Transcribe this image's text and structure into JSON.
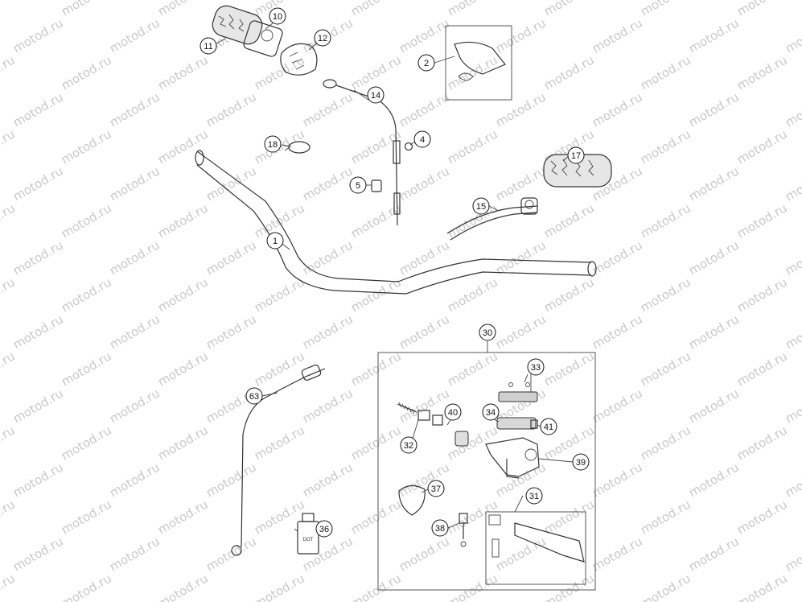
{
  "watermark": "motod.ru",
  "callouts": [
    {
      "id": "c10",
      "label": "10"
    },
    {
      "id": "c11",
      "label": "11"
    },
    {
      "id": "c12",
      "label": "12"
    },
    {
      "id": "c2",
      "label": "2"
    },
    {
      "id": "c14",
      "label": "14"
    },
    {
      "id": "c18",
      "label": "18"
    },
    {
      "id": "c4",
      "label": "4"
    },
    {
      "id": "c5",
      "label": "5"
    },
    {
      "id": "c17",
      "label": "17"
    },
    {
      "id": "c15",
      "label": "15"
    },
    {
      "id": "c1",
      "label": "1"
    },
    {
      "id": "c30",
      "label": "30"
    },
    {
      "id": "c33",
      "label": "33"
    },
    {
      "id": "c63",
      "label": "63"
    },
    {
      "id": "c40",
      "label": "40"
    },
    {
      "id": "c34",
      "label": "34"
    },
    {
      "id": "c41",
      "label": "41"
    },
    {
      "id": "c32",
      "label": "32"
    },
    {
      "id": "c39",
      "label": "39"
    },
    {
      "id": "c37",
      "label": "37"
    },
    {
      "id": "c31",
      "label": "31"
    },
    {
      "id": "c38",
      "label": "38"
    },
    {
      "id": "c36",
      "label": "36"
    }
  ]
}
